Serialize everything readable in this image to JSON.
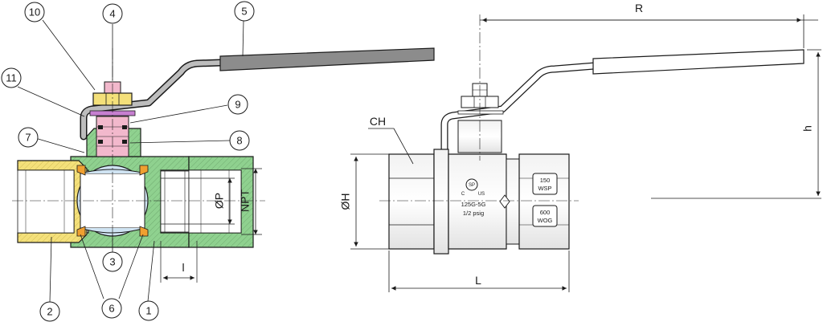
{
  "cross_section": {
    "callouts": [
      "10",
      "4",
      "5",
      "11",
      "9",
      "7",
      "8",
      "3",
      "2",
      "6",
      "1"
    ],
    "dims": {
      "bore": "ØP",
      "thread": "NPT",
      "thread_length": "l"
    }
  },
  "exterior_view": {
    "dims": {
      "handle_length": "R",
      "height": "h",
      "body_diameter": "ØH",
      "length": "L",
      "hex": "CH"
    },
    "body_markings": {
      "cert_mark": "SP",
      "c_mark": "C",
      "us_mark": "US",
      "rating_gas": "125G-5G",
      "rating_psig": "1/2 psig",
      "wsp_value": "150",
      "wsp_unit": "WSP",
      "wog_value": "600",
      "wog_unit": "WOG"
    }
  },
  "colors": {
    "body_green": "#8fd18f",
    "end_cap_yellow": "#f4e07a",
    "stem_pink": "#f2b8cc",
    "ball_blue": "#cfe3f2",
    "seat_orange": "#f0a030",
    "handle_grey": "#8c8c8c",
    "line": "#1a1a1a"
  }
}
